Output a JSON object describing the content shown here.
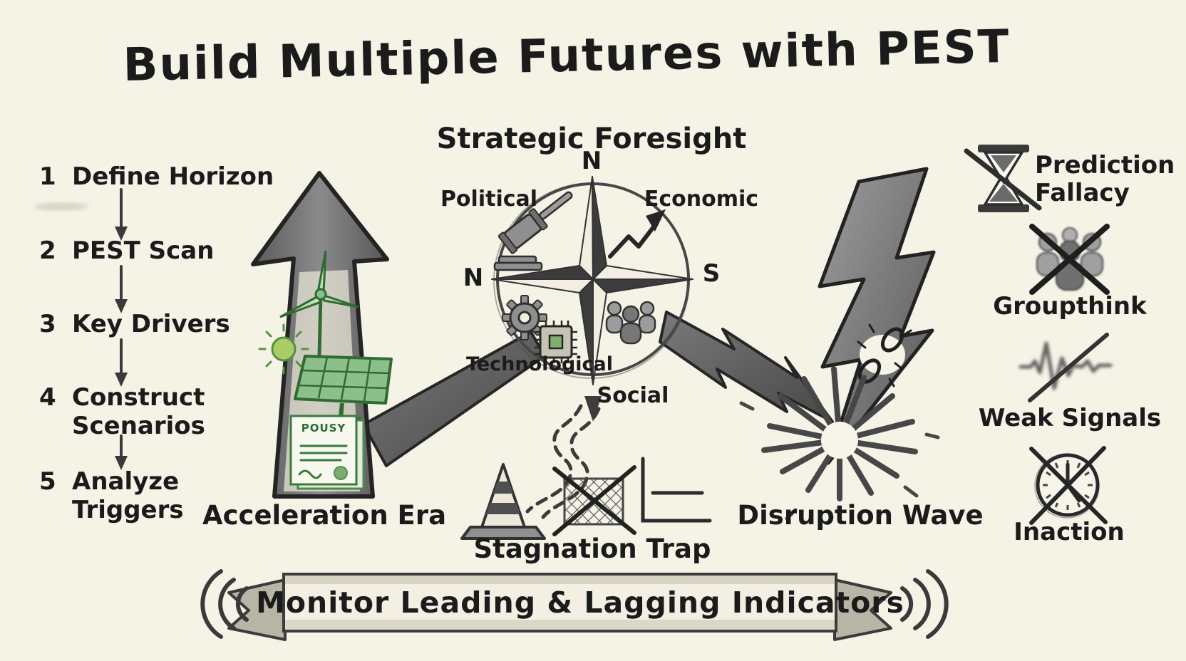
{
  "title": "Build Multiple Futures with PEST",
  "colors": {
    "background": "#f5f2e6",
    "ink": "#1b1b1b",
    "charcoal": "#6e6e6e",
    "green_dark": "#2f6b33",
    "green_mid": "#8cc08a",
    "green_sun": "#a9cd67"
  },
  "process": {
    "steps": [
      {
        "num": "1",
        "line1": "Define Horizon",
        "line2": ""
      },
      {
        "num": "2",
        "line1": "PEST Scan",
        "line2": ""
      },
      {
        "num": "3",
        "line1": "Key Drivers",
        "line2": ""
      },
      {
        "num": "4",
        "line1": "Construct",
        "line2": "Scenarios"
      },
      {
        "num": "5",
        "line1": "Analyze",
        "line2": "Triggers"
      }
    ]
  },
  "compass": {
    "title": "Strategic Foresight",
    "cardinals": {
      "top": "N",
      "left": "N",
      "right": "S"
    },
    "quadrants": {
      "political": "Political",
      "economic": "Economic",
      "technological": "Technological",
      "social": "Social"
    }
  },
  "scenarios": {
    "acceleration": {
      "label": "Acceleration Era",
      "document_title": "POUSY"
    },
    "stagnation": {
      "label": "Stagnation Trap"
    },
    "disruption": {
      "label": "Disruption Wave"
    }
  },
  "pitfalls": [
    {
      "id": "prediction-fallacy",
      "line1": "Prediction",
      "line2": "Fallacy",
      "icon": "hourglass-slash-icon"
    },
    {
      "id": "groupthink",
      "line1": "Groupthink",
      "line2": "",
      "icon": "group-crossed-icon"
    },
    {
      "id": "weak-signals",
      "line1": "Weak Signals",
      "line2": "",
      "icon": "waveform-slash-icon"
    },
    {
      "id": "inaction",
      "line1": "Inaction",
      "line2": "",
      "icon": "clock-crossed-icon"
    }
  ],
  "banner": {
    "text": "Monitor Leading & Lagging Indicators"
  }
}
